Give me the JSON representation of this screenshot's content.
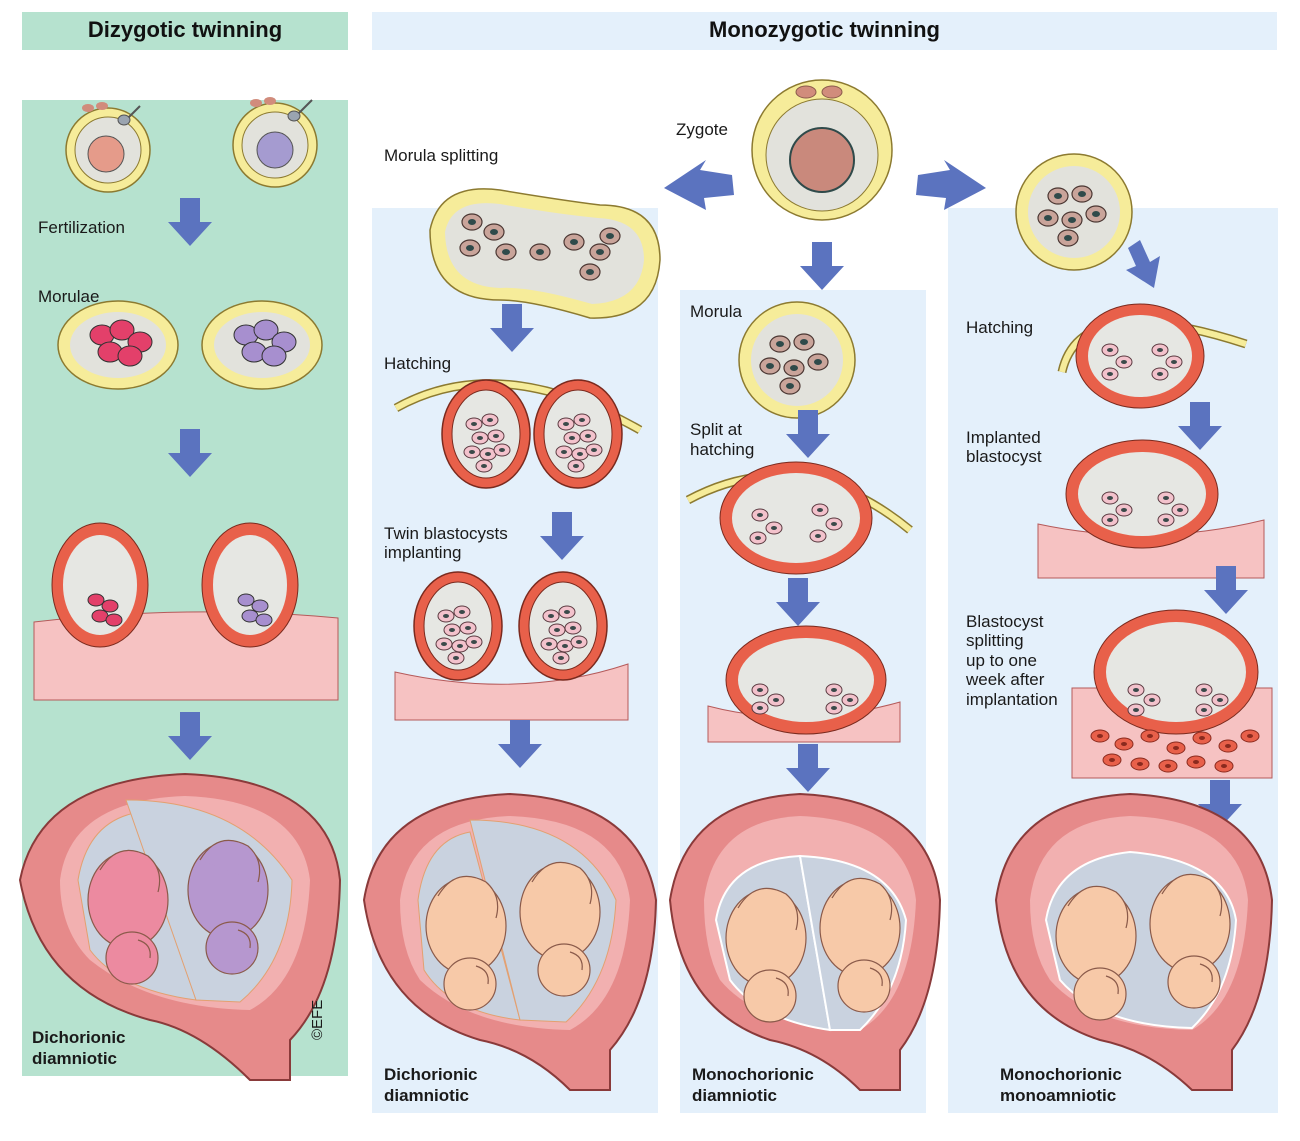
{
  "headers": {
    "dizygotic": "Dizygotic twinning",
    "monozygotic": "Monozygotic twinning"
  },
  "labels": {
    "fertilization": "Fertilization",
    "morulae": "Morulae",
    "zygote": "Zygote",
    "morula_splitting": "Morula splitting",
    "hatching_1": "Hatching",
    "twin_blastocysts_line1": "Twin blastocysts",
    "twin_blastocysts_line2": "implanting",
    "morula": "Morula",
    "split_at_hatching_line1": "Split at",
    "split_at_hatching_line2": "hatching",
    "hatching_2": "Hatching",
    "implanted_line1": "Implanted",
    "implanted_line2": "blastocyst",
    "blastocyst_splitting_line1": "Blastocyst",
    "blastocyst_splitting_line2": "splitting",
    "blastocyst_splitting_line3": "up to one",
    "blastocyst_splitting_line4": "week after",
    "blastocyst_splitting_line5": "implantation",
    "copyright": "©EFE"
  },
  "outcomes": {
    "dz_line1": "Dichorionic",
    "dz_line2": "diamniotic",
    "mz1_line1": "Dichorionic",
    "mz1_line2": "diamniotic",
    "mz2_line1": "Monochorionic",
    "mz2_line2": "diamniotic",
    "mz3_line1": "Monochorionic",
    "mz3_line2": "monoamniotic"
  },
  "colors": {
    "dz_panel": "#b6e2cf",
    "mz_panel": "#e4f0fb",
    "arrow": "#5b73bf",
    "zona": "#f6ec9a",
    "cell_red": "#e8604a",
    "endometrium": "#f6c2c2",
    "uterus": "#e68a8a",
    "fetus": "#f7c9a8",
    "fetus_pink": "#ec8aa0",
    "fetus_purple": "#b697cf",
    "amnion": "#c9d2df"
  }
}
